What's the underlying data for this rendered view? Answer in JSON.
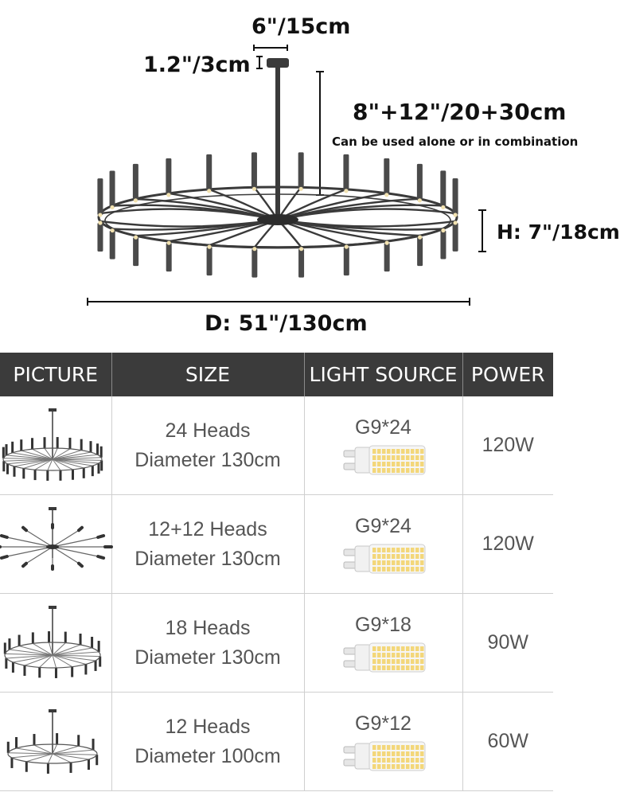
{
  "dimensions": {
    "canopy_width": "6\"/15cm",
    "canopy_height": "1.2\"/3cm",
    "rod_length": "8\"+12\"/20+30cm",
    "rod_note": "Can be used alone or in combination",
    "height": "H: 7\"/18cm",
    "diameter": "D: 51\"/130cm"
  },
  "table": {
    "headers": [
      "PICTURE",
      "SIZE",
      "LIGHT SOURCE",
      "POWER"
    ],
    "rows": [
      {
        "size_heads": "24 Heads",
        "size_diameter": "Diameter 130cm",
        "light_source": "G9*24",
        "power": "120W"
      },
      {
        "size_heads": "12+12 Heads",
        "size_diameter": "Diameter 130cm",
        "light_source": "G9*24",
        "power": "120W"
      },
      {
        "size_heads": "18 Heads",
        "size_diameter": "Diameter 130cm",
        "light_source": "G9*18",
        "power": "90W"
      },
      {
        "size_heads": "12 Heads",
        "size_diameter": "Diameter 100cm",
        "light_source": "G9*12",
        "power": "60W"
      }
    ]
  },
  "colors": {
    "header_bg": "#3b3b3b",
    "metal": "#3a3a3a",
    "text_gray": "#555555"
  }
}
